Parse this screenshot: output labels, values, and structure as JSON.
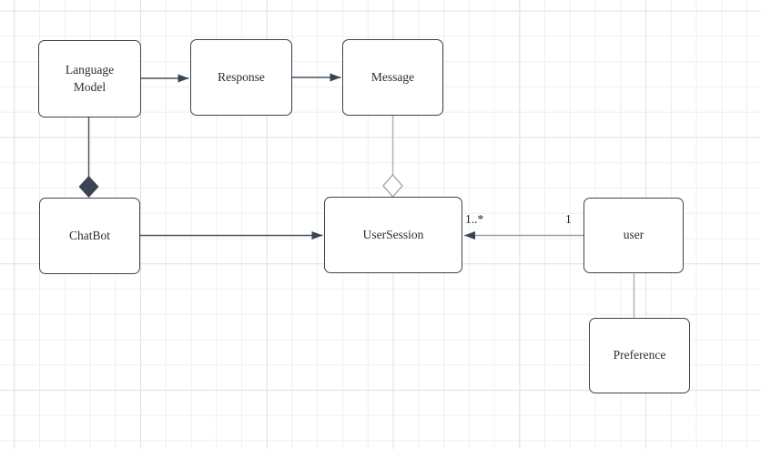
{
  "canvas": {
    "background_color": "#ffffff",
    "grid_minor_color": "#efefef",
    "grid_major_color": "#e2e2e2"
  },
  "diagram": {
    "type": "uml-class-diagram",
    "colors": {
      "node_border": "#3b4452",
      "node_fill": "#ffffff",
      "edge_dark": "#3b4452",
      "edge_light": "#a6aab0",
      "text": "#2d2d2d"
    },
    "nodes": [
      {
        "id": "language-model",
        "label": "Language Model"
      },
      {
        "id": "response",
        "label": "Response"
      },
      {
        "id": "message",
        "label": "Message"
      },
      {
        "id": "chatbot",
        "label": "ChatBot"
      },
      {
        "id": "usersession",
        "label": "UserSession"
      },
      {
        "id": "user",
        "label": "user"
      },
      {
        "id": "preference",
        "label": "Preference"
      }
    ],
    "edges": [
      {
        "from": "language-model",
        "to": "response",
        "kind": "directed-arrow"
      },
      {
        "from": "response",
        "to": "message",
        "kind": "directed-arrow"
      },
      {
        "from": "language-model",
        "to": "chatbot",
        "kind": "composition-filled-diamond"
      },
      {
        "from": "message",
        "to": "usersession",
        "kind": "aggregation-open-diamond"
      },
      {
        "from": "chatbot",
        "to": "usersession",
        "kind": "directed-arrow"
      },
      {
        "from": "user",
        "to": "usersession",
        "kind": "directed-arrow",
        "source_label": "1",
        "target_label": "1..*"
      },
      {
        "from": "user",
        "to": "preference",
        "kind": "plain-line"
      }
    ]
  }
}
